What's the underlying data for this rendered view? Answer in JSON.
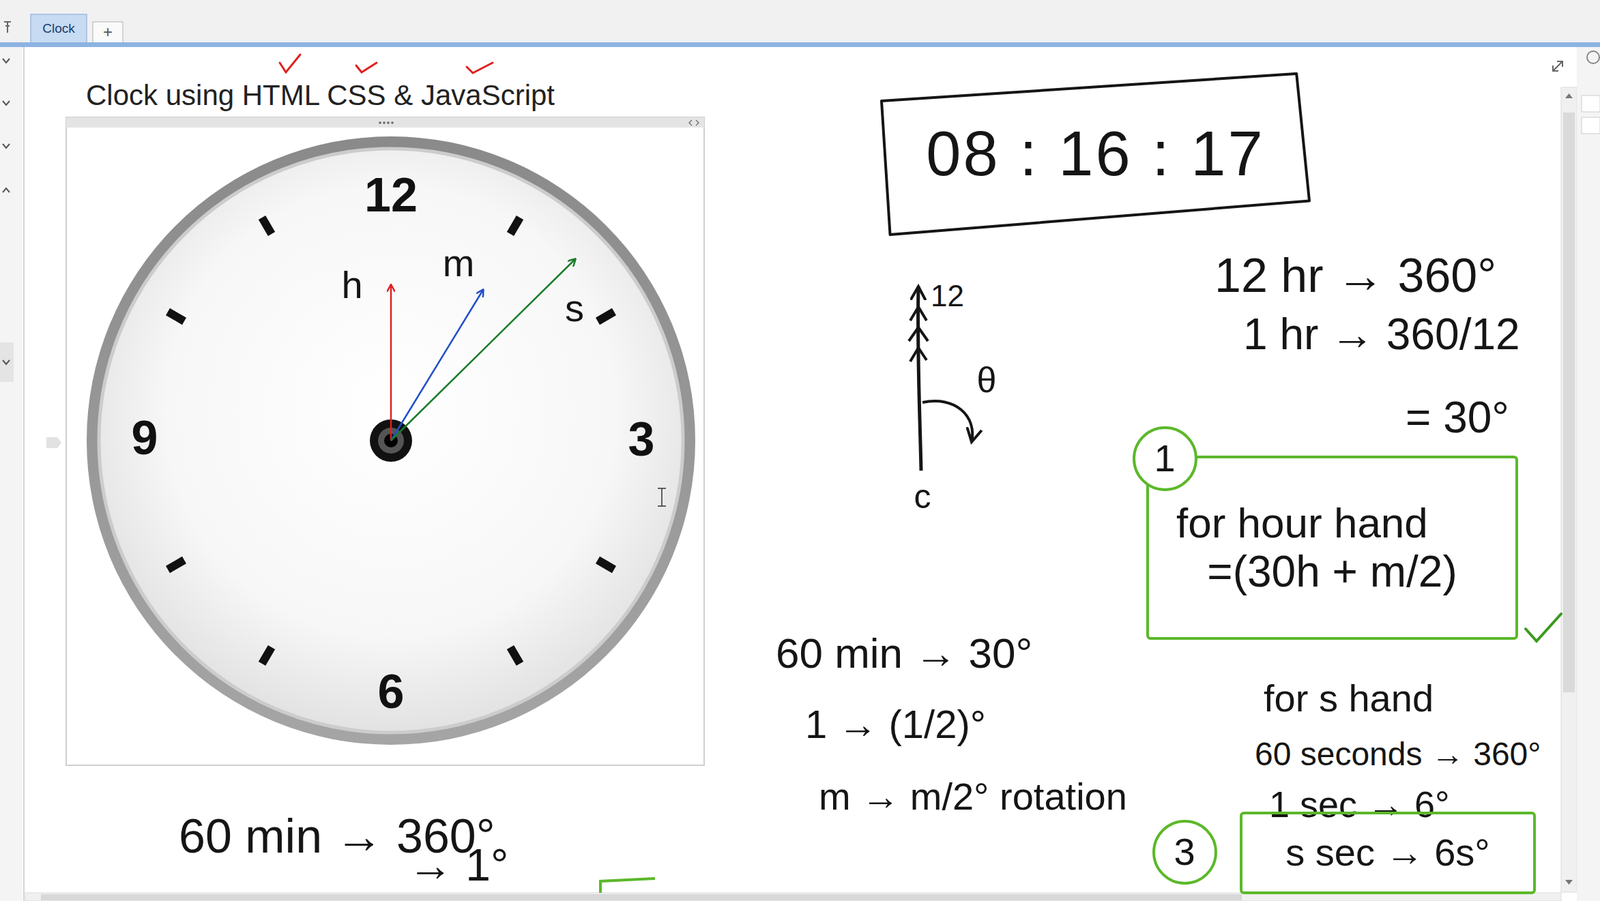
{
  "diagram": {
    "title": "Clock using HTML CSS & JavaScript",
    "nodes": [
      {
        "text": [
          "08 : 16 : 17"
        ]
      },
      {
        "text": [
          "1"
        ]
      },
      {
        "text": [
          "for hour hand",
          "=(30h + m/2)"
        ]
      },
      {
        "text": [
          "3"
        ]
      },
      {
        "text": [
          "s sec → 6s°"
        ]
      }
    ],
    "labels": [
      "Clock",
      "+",
      "12",
      "3",
      "6",
      "9",
      "h",
      "m",
      "s",
      "12",
      "θ",
      "c",
      "12 hr → 360°",
      "1 hr → 360/12",
      "= 30°",
      "60 min → 30°",
      "1 → (1/2)°",
      "m → m/2° rotation",
      "for s hand",
      "60 seconds → 360°",
      "1 sec → 6°",
      "60 min → 360°",
      "→ 1°"
    ]
  }
}
